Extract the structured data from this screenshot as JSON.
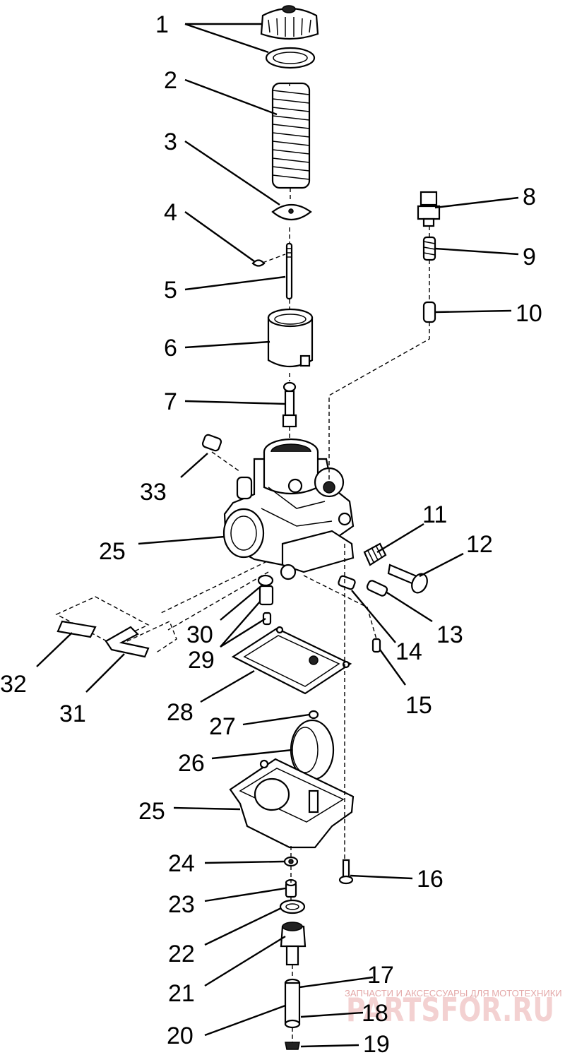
{
  "callouts": [
    {
      "label": "1"
    },
    {
      "label": "2"
    },
    {
      "label": "3"
    },
    {
      "label": "4"
    },
    {
      "label": "5"
    },
    {
      "label": "6"
    },
    {
      "label": "7"
    },
    {
      "label": "8"
    },
    {
      "label": "9"
    },
    {
      "label": "10"
    },
    {
      "label": "11"
    },
    {
      "label": "12"
    },
    {
      "label": "13"
    },
    {
      "label": "14"
    },
    {
      "label": "15"
    },
    {
      "label": "16"
    },
    {
      "label": "17"
    },
    {
      "label": "18"
    },
    {
      "label": "19"
    },
    {
      "label": "20"
    },
    {
      "label": "21"
    },
    {
      "label": "22"
    },
    {
      "label": "23"
    },
    {
      "label": "24"
    },
    {
      "label": "25"
    },
    {
      "label": "25"
    },
    {
      "label": "26"
    },
    {
      "label": "27"
    },
    {
      "label": "28"
    },
    {
      "label": "29"
    },
    {
      "label": "30"
    },
    {
      "label": "31"
    },
    {
      "label": "32"
    },
    {
      "label": "33"
    }
  ],
  "watermark": {
    "tagline": "ЗАПЧАСТИ И АКСЕССУАРЫ ДЛЯ МОТОТЕХНИКИ",
    "logo": "PARTSFOR.RU",
    "color": "#e3a7a7"
  }
}
